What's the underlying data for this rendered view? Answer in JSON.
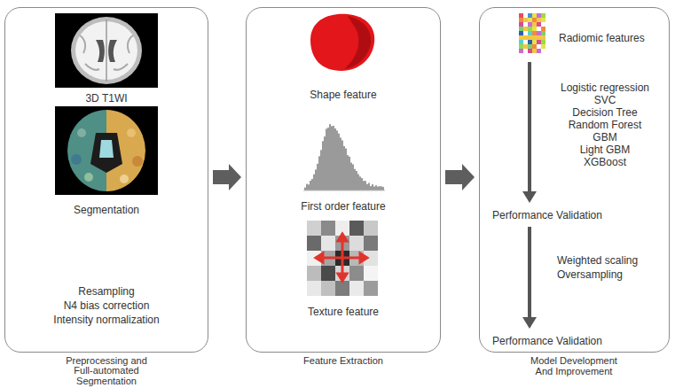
{
  "diagram": {
    "nodes": [
      {
        "text": [
          "Preprocessing and Full-automated Segmentation",
          "3D T1WI",
          "Segmentation",
          "Resampling",
          "N4 bias correction",
          "Intensity normalization"
        ]
      },
      {
        "text": [
          "Feature Extraction",
          "Shape feature",
          "First order feature",
          "Texture feature"
        ]
      },
      {
        "text": [
          "Model Development And Improvement",
          "Radiomic features",
          "Logistic regression",
          "SVC",
          "Decision Tree",
          "Random Forest",
          "GBM",
          "Light GBM",
          "XGBoost",
          "Performance Validation",
          "Weighted scaling",
          "Oversampling",
          "Performance Validation"
        ]
      }
    ],
    "edges": [
      {
        "from": 0,
        "to": 1,
        "arrow": "to"
      },
      {
        "from": 1,
        "to": 2,
        "arrow": "to"
      }
    ]
  }
}
